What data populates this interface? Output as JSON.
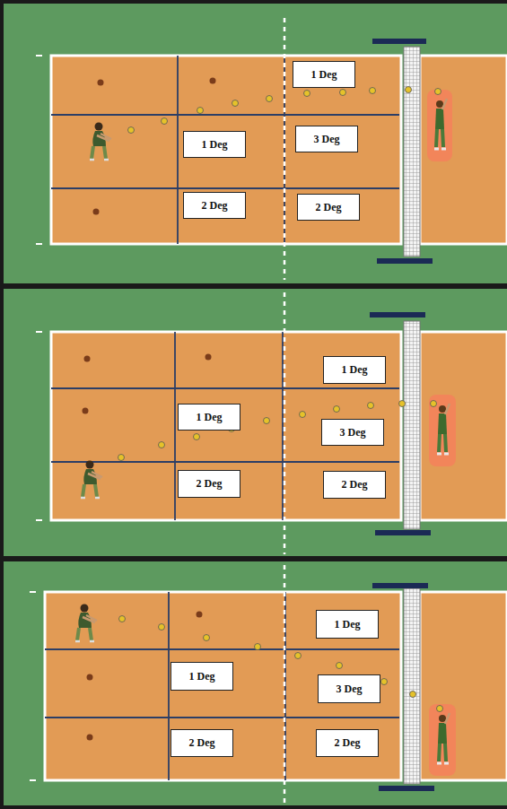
{
  "diagram": {
    "nodes": [
      {
        "text": [
          "1 Deg"
        ]
      },
      {
        "text": [
          "1 Deg"
        ]
      },
      {
        "text": [
          "3 Deg"
        ]
      },
      {
        "text": [
          "2 Deg"
        ]
      },
      {
        "text": [
          "2 Deg"
        ]
      },
      {
        "text": [
          "1 Deg"
        ]
      },
      {
        "text": [
          "1 Deg"
        ]
      },
      {
        "text": [
          "3 Deg"
        ]
      },
      {
        "text": [
          "2 Deg"
        ]
      },
      {
        "text": [
          "2 Deg"
        ]
      },
      {
        "text": [
          "1 Deg"
        ]
      },
      {
        "text": [
          "1 Deg"
        ]
      },
      {
        "text": [
          "3 Deg"
        ]
      },
      {
        "text": [
          "2 Deg"
        ]
      },
      {
        "text": [
          "2 Deg"
        ]
      }
    ]
  }
}
